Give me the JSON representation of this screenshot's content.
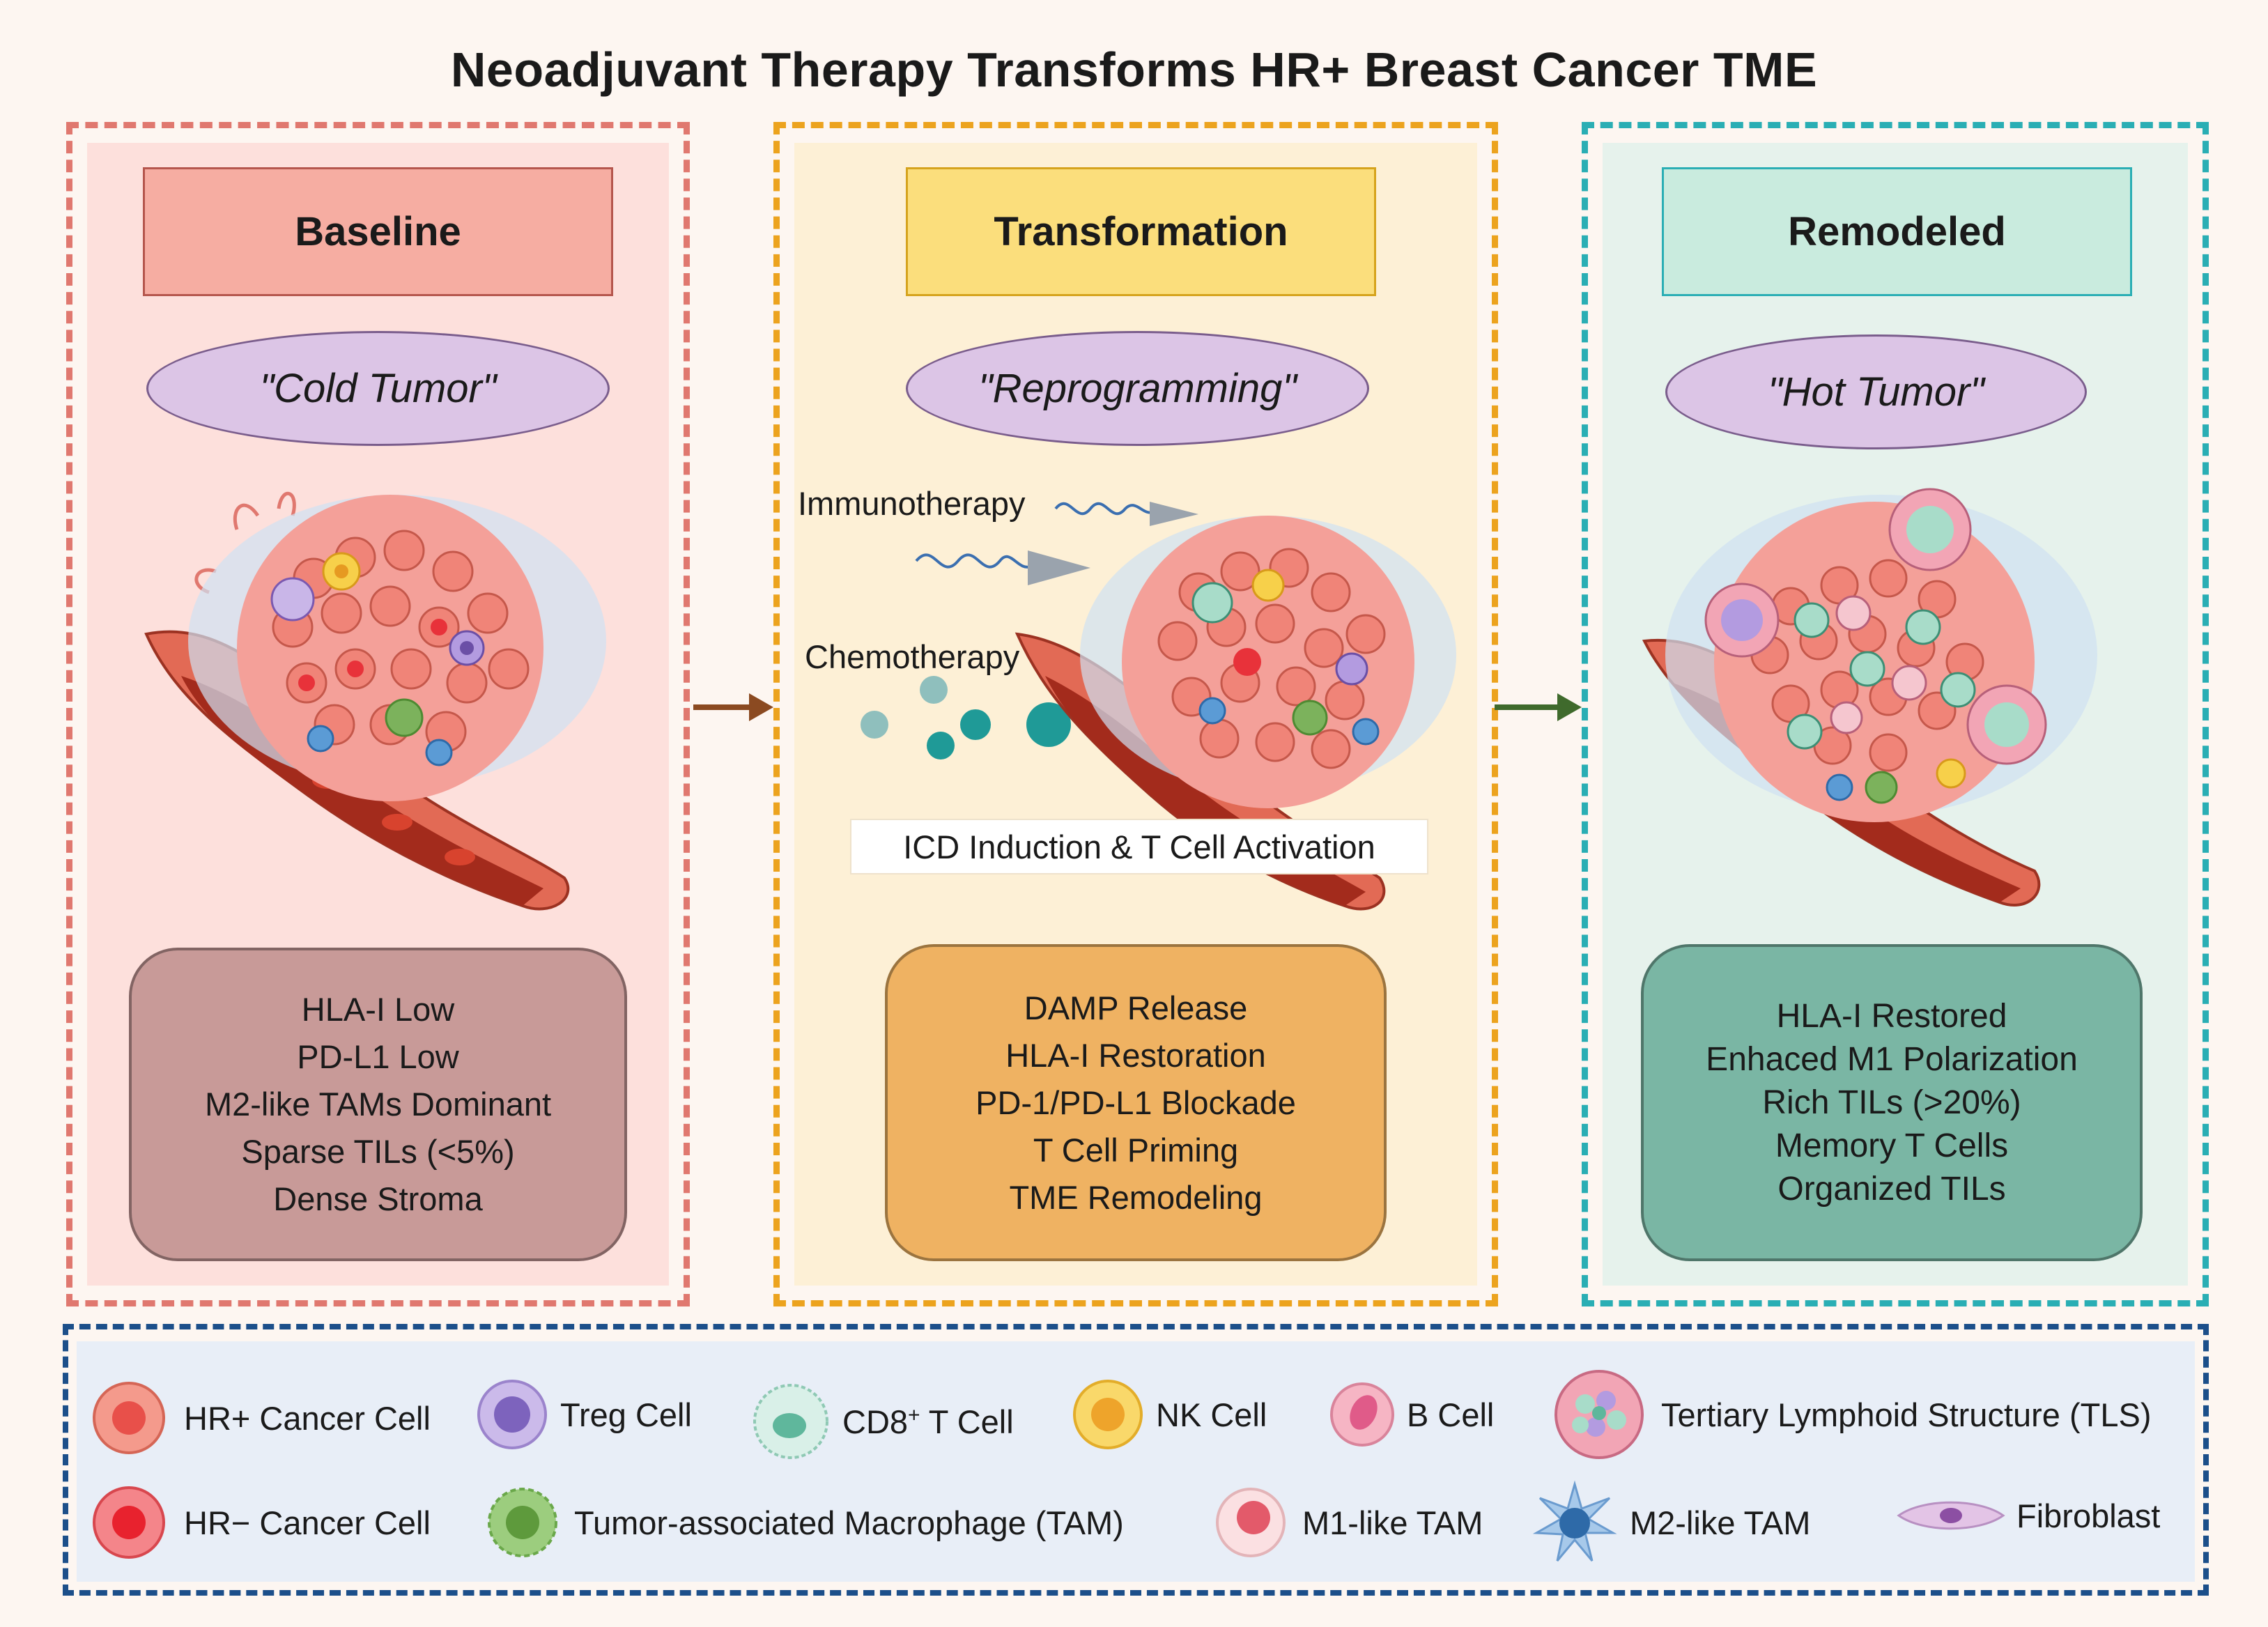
{
  "title": "Neoadjuvant Therapy Transforms HR+ Breast Cancer TME",
  "panels": [
    {
      "header": "Baseline",
      "subtitle": "\"Cold Tumor\"",
      "features": [
        "HLA-I Low",
        "PD-L1 Low",
        "M2-like TAMs Dominant",
        "Sparse TILs (<5%)",
        "Dense Stroma"
      ],
      "colors": {
        "frame": "#e0786f",
        "bg": "#fde0dc",
        "header": "#f6ada2",
        "box": "#c89a98"
      }
    },
    {
      "header": "Transformation",
      "subtitle": "\"Reprogramming\"",
      "features": [
        "DAMP Release",
        "HLA-I Restoration",
        "PD-1/PD-L1 Blockade",
        "T Cell Priming",
        "TME Remodeling"
      ],
      "annotations": {
        "immunotherapy": "Immunotherapy",
        "chemotherapy": "Chemotherapy",
        "activation": "ICD Induction & T Cell Activation"
      },
      "colors": {
        "frame": "#eca31e",
        "bg": "#fdf0d6",
        "header": "#fbde7c",
        "box": "#efb262"
      }
    },
    {
      "header": "Remodeled",
      "subtitle": "\"Hot Tumor\"",
      "features": [
        "HLA-I Restored",
        "Enhaced M1 Polarization",
        "Rich TILs (>20%)",
        "Memory T Cells",
        "Organized TILs"
      ],
      "colors": {
        "frame": "#2aaeb4",
        "bg": "#e6f2ec",
        "header": "#c9ebde",
        "box": "#7ab6a4"
      }
    }
  ],
  "arrows": [
    {
      "color": "#8b4a21"
    },
    {
      "color": "#3f6a2c"
    }
  ],
  "legend": {
    "frame_color": "#1c4f8a",
    "bg_color": "#e8eef7",
    "items": [
      {
        "label": "HR+ Cancer Cell",
        "icon": "hr-positive-cancer-cell-icon"
      },
      {
        "label": "Treg Cell",
        "icon": "treg-cell-icon"
      },
      {
        "label_main": "CD8",
        "label_sup": "+",
        "label_rest": " T Cell",
        "icon": "cd8-t-cell-icon"
      },
      {
        "label": "NK Cell",
        "icon": "nk-cell-icon"
      },
      {
        "label": "B Cell",
        "icon": "b-cell-icon"
      },
      {
        "label": "Tertiary Lymphoid Structure (TLS)",
        "icon": "tls-icon"
      },
      {
        "label": "HR− Cancer Cell",
        "icon": "hr-negative-cancer-cell-icon"
      },
      {
        "label": "Tumor-associated Macrophage (TAM)",
        "icon": "tam-icon"
      },
      {
        "label": "M1-like TAM",
        "icon": "m1-tam-icon"
      },
      {
        "label": "M2-like TAM",
        "icon": "m2-tam-icon"
      },
      {
        "label": "Fibroblast",
        "icon": "fibroblast-icon"
      }
    ]
  }
}
